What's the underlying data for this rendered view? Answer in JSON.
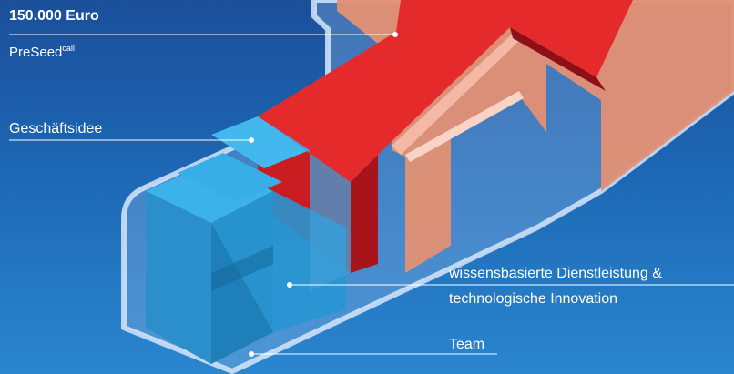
{
  "labels": {
    "amount": "150.000 Euro",
    "preseed_main": "PreSeed",
    "preseed_sup": "call",
    "business_idea": "Geschäftsidee",
    "service_line1": "wissensbasierte Dienstleistung &",
    "service_line2": "technologische Innovation",
    "team": "Team"
  },
  "colors": {
    "background_top": "#1b4f9a",
    "background_bottom": "#2a86cf",
    "arrow_red": "#e42a2a",
    "arrow_side": "#e49074",
    "block_blue": "#2fa3df",
    "frame": "#a9c9ef"
  }
}
